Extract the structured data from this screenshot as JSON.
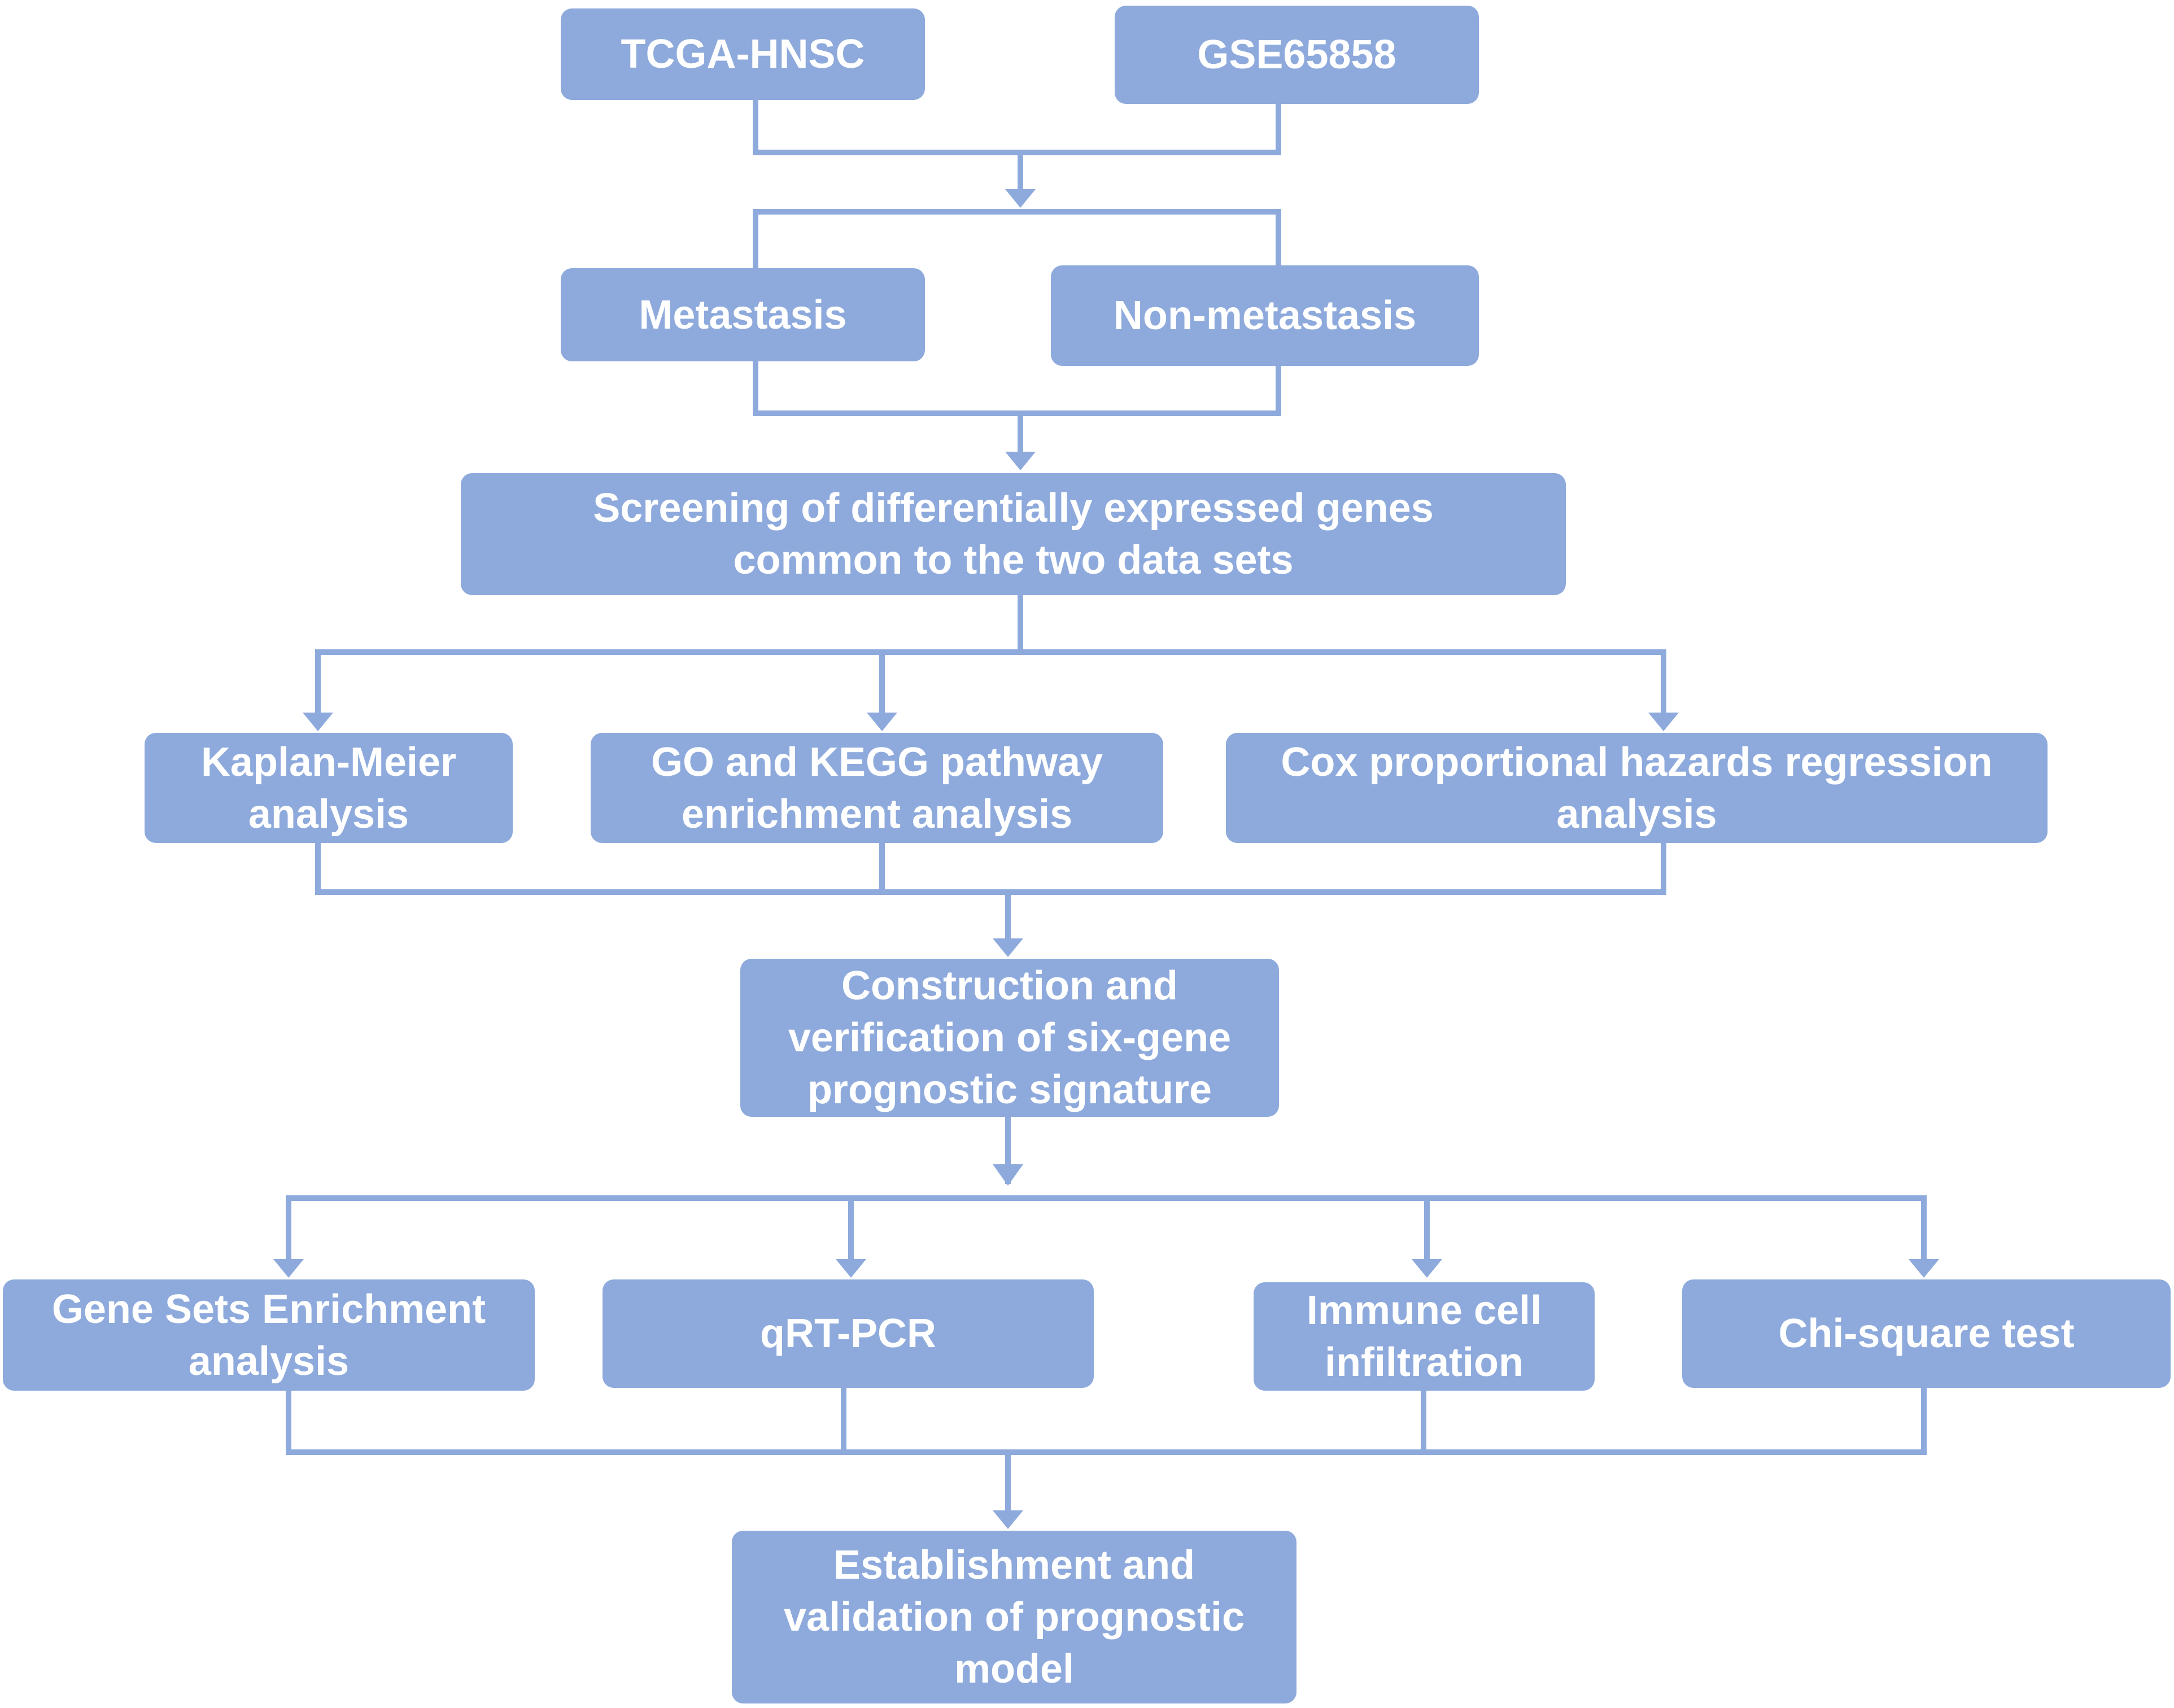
{
  "colors": {
    "box_fill": "#8eaadc",
    "line": "#8eaadc",
    "text": "#ffffff",
    "background": "#ffffff"
  },
  "nodes": {
    "tcga_hnsc": "TCGA-HNSC",
    "gse65858": "GSE65858",
    "metastasis": "Metastasis",
    "non_metastasis": "Non-metastasis",
    "screening": "Screening of differentially expressed genes\ncommon to the two data sets",
    "kaplan_meier": "Kaplan-Meier\nanalysis",
    "go_kegg": "GO and KEGG pathway\nenrichment analysis",
    "cox": "Cox proportional hazards regression\nanalysis",
    "construction": "Construction and\nverification of six-gene\nprognostic signature",
    "gsea": "Gene Sets Enrichment\nanalysis",
    "qrt_pcr": "qRT-PCR",
    "immune": "Immune cell\ninfiltration",
    "chi_square": "Chi-square test",
    "establishment": "Establishment and\nvalidation of prognostic\nmodel"
  }
}
